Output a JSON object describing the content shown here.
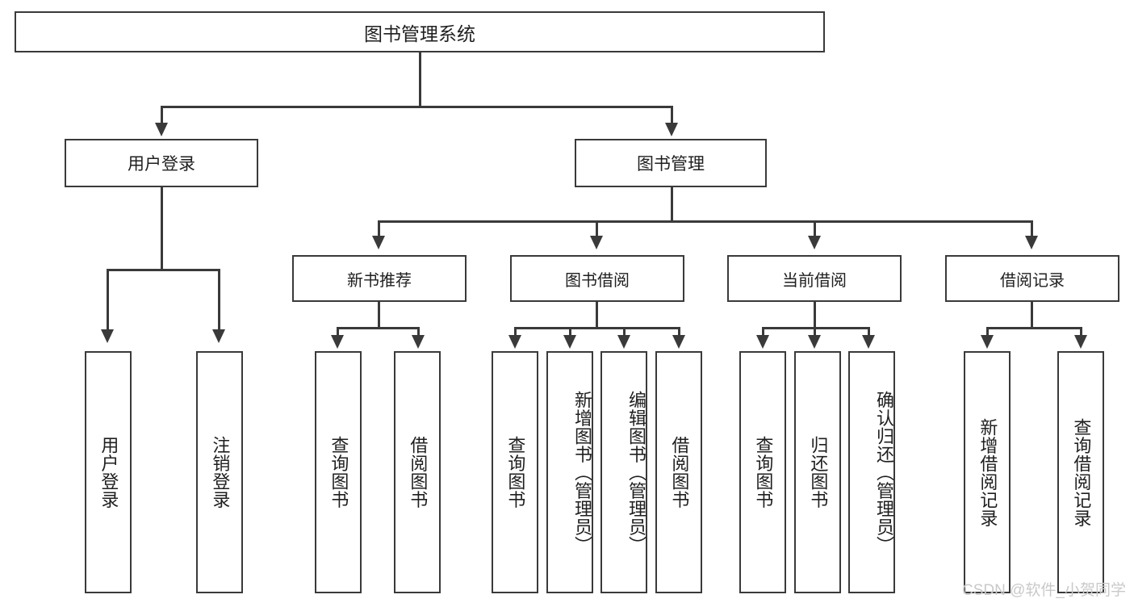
{
  "diagram": {
    "type": "tree-hierarchy-functional-decomposition",
    "root": {
      "label": "图书管理系统"
    },
    "level1": [
      {
        "label": "用户登录"
      },
      {
        "label": "图书管理"
      }
    ],
    "level2": [
      {
        "label": "新书推荐"
      },
      {
        "label": "图书借阅"
      },
      {
        "label": "当前借阅"
      },
      {
        "label": "借阅记录"
      }
    ],
    "leaves": {
      "user_login": [
        {
          "label": "用户登录"
        },
        {
          "label": "注销登录"
        }
      ],
      "new_book_recommend": [
        {
          "label": "查询图书"
        },
        {
          "label": "借阅图书"
        }
      ],
      "book_borrow": [
        {
          "label": "查询图书"
        },
        {
          "label": "新增图书（管理员）"
        },
        {
          "label": "编辑图书（管理员）"
        },
        {
          "label": "借阅图书"
        }
      ],
      "current_borrow": [
        {
          "label": "查询图书"
        },
        {
          "label": "归还图书"
        },
        {
          "label": "确认归还（管理员）"
        }
      ],
      "borrow_record": [
        {
          "label": "新增借阅记录"
        },
        {
          "label": "查询借阅记录"
        }
      ]
    }
  },
  "watermark": {
    "text": "CSDN @软件_小贺同学"
  },
  "colors": {
    "stroke": "#3a3a3a",
    "background": "#ffffff",
    "text": "#1f1f1f",
    "watermark": "#c9c9c9"
  }
}
